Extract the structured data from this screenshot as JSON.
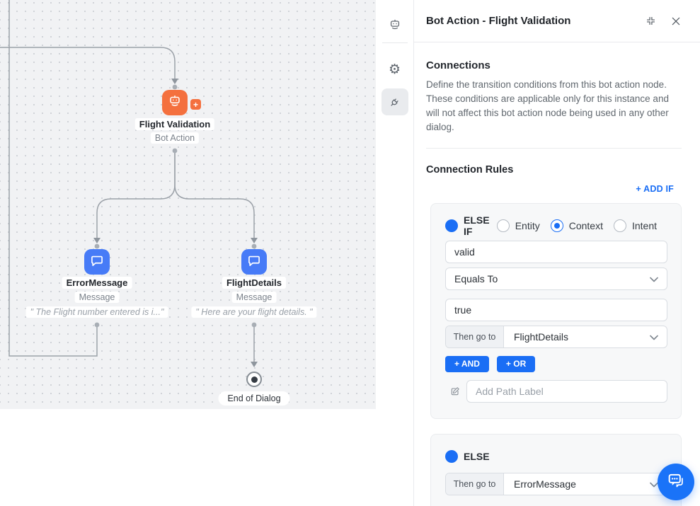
{
  "canvas": {
    "nodes": {
      "flight_validation": {
        "title": "Flight Validation",
        "subtitle": "Bot Action"
      },
      "error_message": {
        "title": "ErrorMessage",
        "subtitle": "Message",
        "quote": "\" The Flight number entered is i...\""
      },
      "flight_details": {
        "title": "FlightDetails",
        "subtitle": "Message",
        "quote": "\" Here are your flight details. \""
      },
      "end": {
        "label": "End of Dialog"
      }
    },
    "icons": [
      "robot-icon",
      "message-bubble-icon",
      "plus-icon",
      "end-of-dialog-icon"
    ]
  },
  "toolbar": {
    "icons": [
      "bot-icon",
      "gear-icon",
      "plug-icon"
    ],
    "active": "plug-icon"
  },
  "panel": {
    "title": "Bot Action - Flight Validation",
    "header_icons": [
      "collapse-icon",
      "close-icon"
    ],
    "connections": {
      "heading": "Connections",
      "description": "Define the transition conditions from this bot action node. These conditions are applicable only for this instance and will not affect this bot action node being used in any other dialog."
    },
    "rules": {
      "heading": "Connection Rules",
      "add_if_label": "+ ADD IF",
      "if_card": {
        "keyword": "ELSE IF",
        "options": [
          {
            "label": "Entity",
            "selected": false
          },
          {
            "label": "Context",
            "selected": true
          },
          {
            "label": "Intent",
            "selected": false
          }
        ],
        "field_value": "valid",
        "operator": "Equals To",
        "compare_value": "true",
        "then_label": "Then go to",
        "then_value": "FlightDetails",
        "and_label": "+ AND",
        "or_label": "+ OR",
        "path_placeholder": "Add Path Label"
      },
      "else_card": {
        "keyword": "ELSE",
        "then_label": "Then go to",
        "then_value": "ErrorMessage"
      }
    }
  },
  "colors": {
    "accent_blue": "#1a6ef5",
    "fab_blue": "#1a73f8",
    "node_orange": "#f4703e",
    "node_blue": "#477bf7",
    "canvas_bg": "#f1f2f4",
    "edge_gray": "#9ba1a8"
  }
}
